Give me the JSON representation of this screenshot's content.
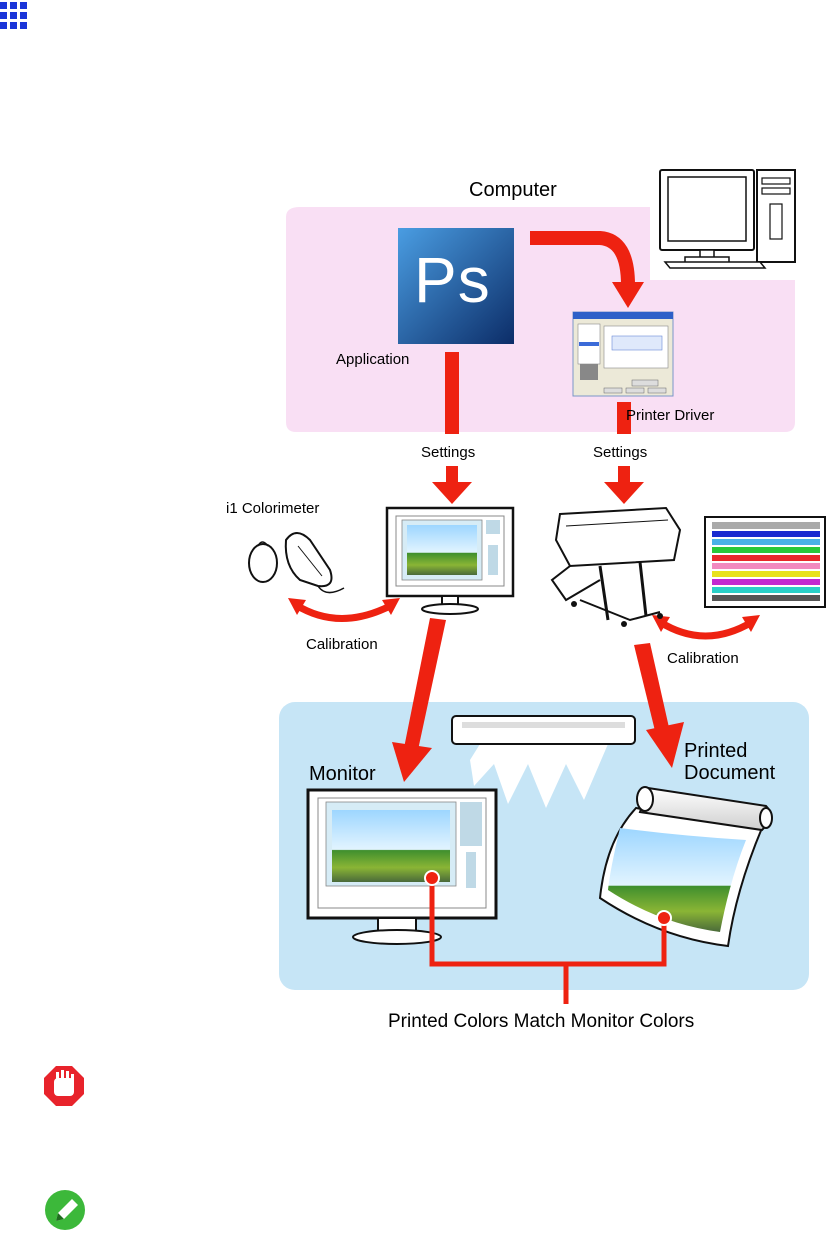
{
  "labels": {
    "computer": "Computer",
    "application": "Application",
    "printer_driver": "Printer Driver",
    "settings_left": "Settings",
    "settings_right": "Settings",
    "colorimeter": "i1 Colorimeter",
    "calibration_left": "Calibration",
    "calibration_right": "Calibration",
    "monitor": "Monitor",
    "printed_document_line1": "Printed",
    "printed_document_line2": "Document",
    "match_caption": "Printed Colors Match Monitor Colors"
  },
  "app_icon_text": "Ps",
  "icons": {
    "section": "grid-menu-icon",
    "important": "stop-hand-icon",
    "note": "pencil-icon"
  },
  "colors": {
    "computer_zone": "#f9dff4",
    "viewing_zone": "#c6e5f6",
    "arrow_red": "#ee2211",
    "section_blue": "#1a35d8",
    "important_red": "#e8232b",
    "note_green": "#3cb83a"
  }
}
